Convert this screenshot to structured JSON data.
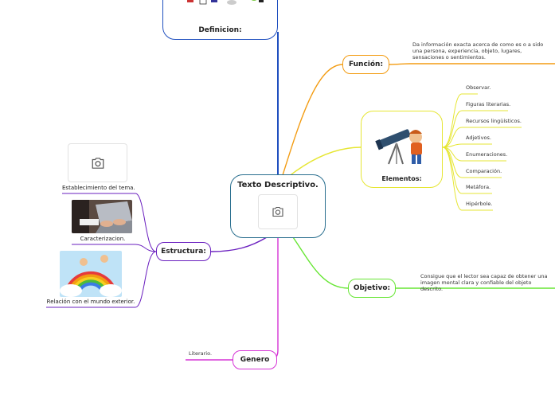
{
  "central": {
    "title": "Texto Descriptivo."
  },
  "definicion": {
    "label": "Definicion:"
  },
  "funcion": {
    "label": "Función:",
    "text": "Da información exacta acerca de como es o a sido una persona, experiencia, objeto, lugares, sensaciones o sentimientos."
  },
  "elementos": {
    "label": "Elementos:",
    "items": [
      "Observar.",
      "Figuras literarias.",
      "Recursos lingüísticos.",
      "Adjetivos.",
      "Enumeraciones.",
      "Comparación.",
      "Metáfora.",
      "Hipérbole."
    ]
  },
  "objetivo": {
    "label": "Objetivo:",
    "text": "Consigue que el lector sea capaz de obtener una imagen mental clara y confiable del objeto descrito."
  },
  "estructura": {
    "label": "Estructura:",
    "items": [
      "Establecimiento del tema.",
      "Caracterizacion.",
      "Relación con el mundo exterior."
    ]
  },
  "genero": {
    "label": "Genero",
    "items": [
      "Literario."
    ]
  },
  "colors": {
    "central": "#2a6f8f",
    "definicion": "#1f4fbf",
    "funcion": "#f39c12",
    "elementos": "#e6e633",
    "objetivo": "#66e633",
    "estructura": "#6a1fbf",
    "genero": "#d633d6"
  },
  "icons": {
    "placeholder": "camera-icon"
  }
}
